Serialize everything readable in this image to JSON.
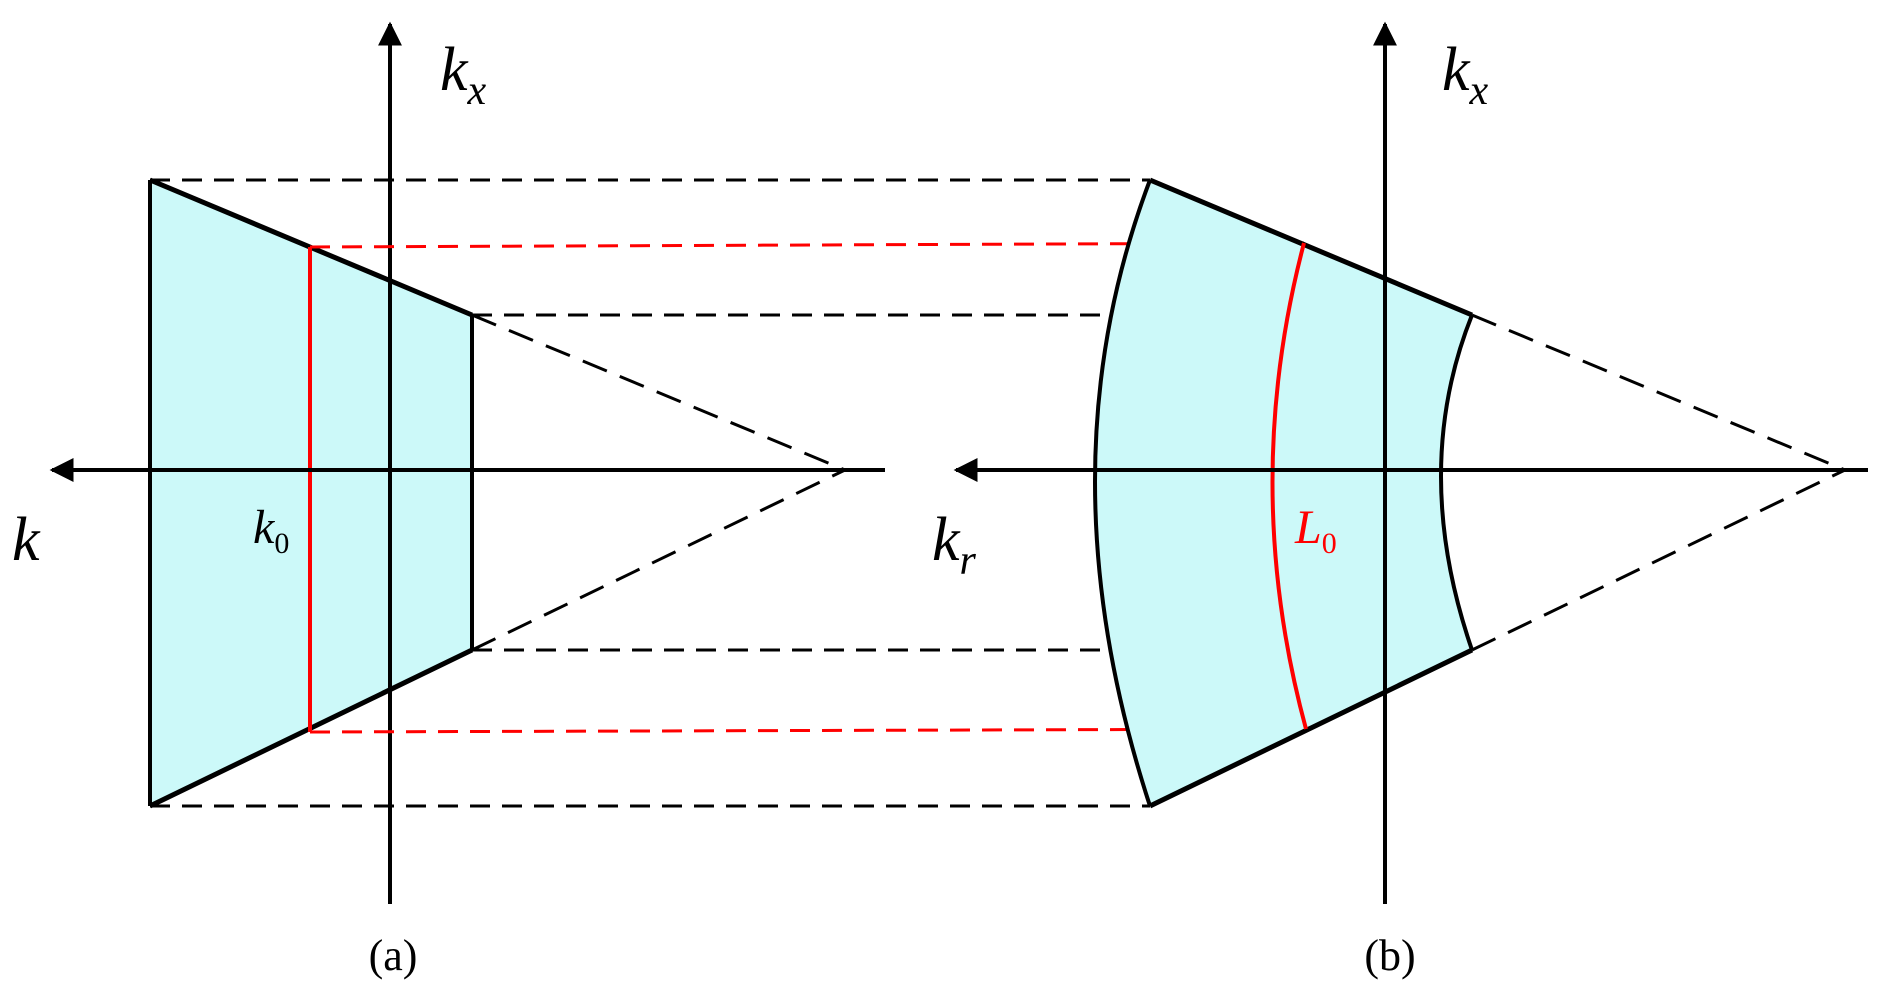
{
  "colors": {
    "fill": "#ccf9f9",
    "stroke": "#000000",
    "highlight": "#ff0000",
    "background": "#ffffff"
  },
  "panel_a": {
    "caption": "(a)",
    "vertical_axis": {
      "symbol": "k",
      "subscript": "x"
    },
    "horizontal_axis": {
      "symbol": "k",
      "subscript": ""
    },
    "highlight_line": {
      "symbol": "k",
      "subscript": "0"
    }
  },
  "panel_b": {
    "caption": "(b)",
    "vertical_axis": {
      "symbol": "k",
      "subscript": "x"
    },
    "horizontal_axis": {
      "symbol": "k",
      "subscript": "r"
    },
    "highlight_line": {
      "symbol": "L",
      "subscript": "0"
    }
  }
}
